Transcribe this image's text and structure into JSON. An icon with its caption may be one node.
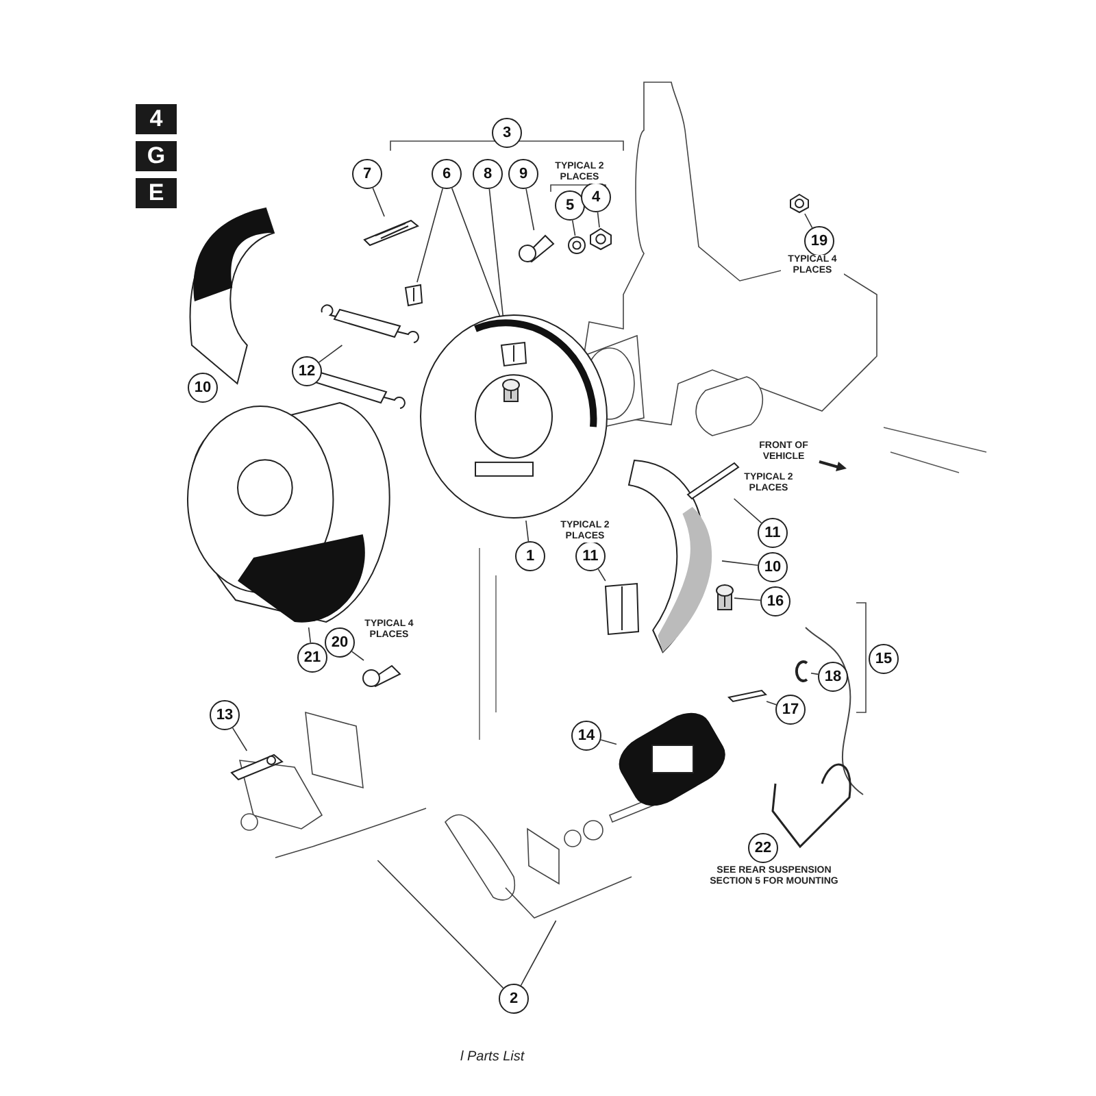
{
  "diagram": {
    "nodes": [
      {
        "text": [
          "3"
        ]
      },
      {
        "text": [
          "7"
        ]
      },
      {
        "text": [
          "6"
        ]
      },
      {
        "text": [
          "8"
        ]
      },
      {
        "text": [
          "9"
        ]
      },
      {
        "text": [
          "5"
        ]
      },
      {
        "text": [
          "4"
        ]
      },
      {
        "text": [
          "19"
        ]
      },
      {
        "text": [
          "10"
        ]
      },
      {
        "text": [
          "12"
        ]
      },
      {
        "text": [
          "1"
        ]
      },
      {
        "text": [
          "11"
        ]
      },
      {
        "text": [
          "11"
        ]
      },
      {
        "text": [
          "10"
        ]
      },
      {
        "text": [
          "16"
        ]
      },
      {
        "text": [
          "15"
        ]
      },
      {
        "text": [
          "18"
        ]
      },
      {
        "text": [
          "17"
        ]
      },
      {
        "text": [
          "20"
        ]
      },
      {
        "text": [
          "21"
        ]
      },
      {
        "text": [
          "13"
        ]
      },
      {
        "text": [
          "14"
        ]
      },
      {
        "text": [
          "22"
        ]
      },
      {
        "text": [
          "2"
        ]
      },
      {
        "text": [],
        "shape": "picture"
      },
      {
        "text": [],
        "shape": "picture"
      },
      {
        "text": [],
        "shape": "picture",
        "in": 27
      },
      {
        "text": [],
        "shape": "picture"
      },
      {
        "text": [],
        "shape": "picture",
        "in": 27
      },
      {
        "text": [],
        "shape": "picture"
      },
      {
        "text": [],
        "shape": "picture"
      },
      {
        "text": [],
        "shape": "picture"
      },
      {
        "text": [],
        "shape": "picture"
      },
      {
        "text": [],
        "shape": "picture"
      },
      {
        "text": [],
        "shape": "picture"
      },
      {
        "text": [],
        "shape": "picture"
      },
      {
        "text": [],
        "shape": "picture"
      },
      {
        "text": [],
        "shape": "picture"
      },
      {
        "text": [],
        "shape": "picture"
      },
      {
        "text": [],
        "shape": "picture"
      },
      {
        "text": [],
        "shape": "picture"
      },
      {
        "text": [],
        "shape": "picture"
      },
      {
        "text": [],
        "shape": "picture"
      },
      {
        "text": [],
        "shape": "picture"
      },
      {
        "text": [],
        "shape": "picture"
      },
      {
        "text": [],
        "shape": "picture"
      },
      {
        "text": [],
        "shape": "picture"
      },
      {
        "text": [],
        "shape": "bracket"
      },
      {
        "text": [],
        "shape": "bracket"
      }
    ],
    "edges": [
      {
        "from": 1,
        "to": 24,
        "arrow": "none"
      },
      {
        "from": 2,
        "to": 25,
        "arrow": "none"
      },
      {
        "from": 2,
        "to": 26,
        "arrow": "none"
      },
      {
        "from": 3,
        "to": 28,
        "arrow": "none"
      },
      {
        "from": 4,
        "to": 29,
        "arrow": "none"
      },
      {
        "from": 5,
        "to": 30,
        "arrow": "none"
      },
      {
        "from": 6,
        "to": 31,
        "arrow": "none"
      },
      {
        "from": 7,
        "to": 32,
        "arrow": "none"
      },
      {
        "from": 8,
        "to": 33,
        "arrow": "none"
      },
      {
        "from": 9,
        "to": 34,
        "arrow": "none"
      },
      {
        "from": 9,
        "to": 35,
        "arrow": "none"
      },
      {
        "from": 10,
        "to": 27,
        "arrow": "none"
      },
      {
        "from": 11,
        "to": 36,
        "arrow": "none"
      },
      {
        "from": 12,
        "to": 37,
        "arrow": "none"
      },
      {
        "from": 13,
        "to": 38,
        "arrow": "none"
      },
      {
        "from": 14,
        "to": 39,
        "arrow": "none"
      },
      {
        "from": 16,
        "to": 40,
        "arrow": "none"
      },
      {
        "from": 17,
        "to": 41,
        "arrow": "none"
      },
      {
        "from": 18,
        "to": 42,
        "arrow": "none"
      },
      {
        "from": 19,
        "to": 43,
        "arrow": "none"
      },
      {
        "from": 20,
        "to": 44,
        "arrow": "none"
      },
      {
        "from": 21,
        "to": 45,
        "arrow": "none"
      },
      {
        "from": 22,
        "to": 46,
        "arrow": "none"
      },
      {
        "from": 23,
        "to": 47,
        "arrow": "none"
      },
      {
        "from": 23,
        "to": 48,
        "arrow": "none"
      }
    ],
    "labels": [
      "4",
      "G",
      "E",
      "TYPICAL 2 PLACES",
      "TYPICAL 4 PLACES",
      "FRONT OF VEHICLE",
      "TYPICAL 2 PLACES",
      "TYPICAL 2 PLACES",
      "TYPICAL 4 PLACES",
      "SEE REAR SUSPENSION SECTION 5 FOR MOUNTING",
      "l Parts List"
    ]
  }
}
